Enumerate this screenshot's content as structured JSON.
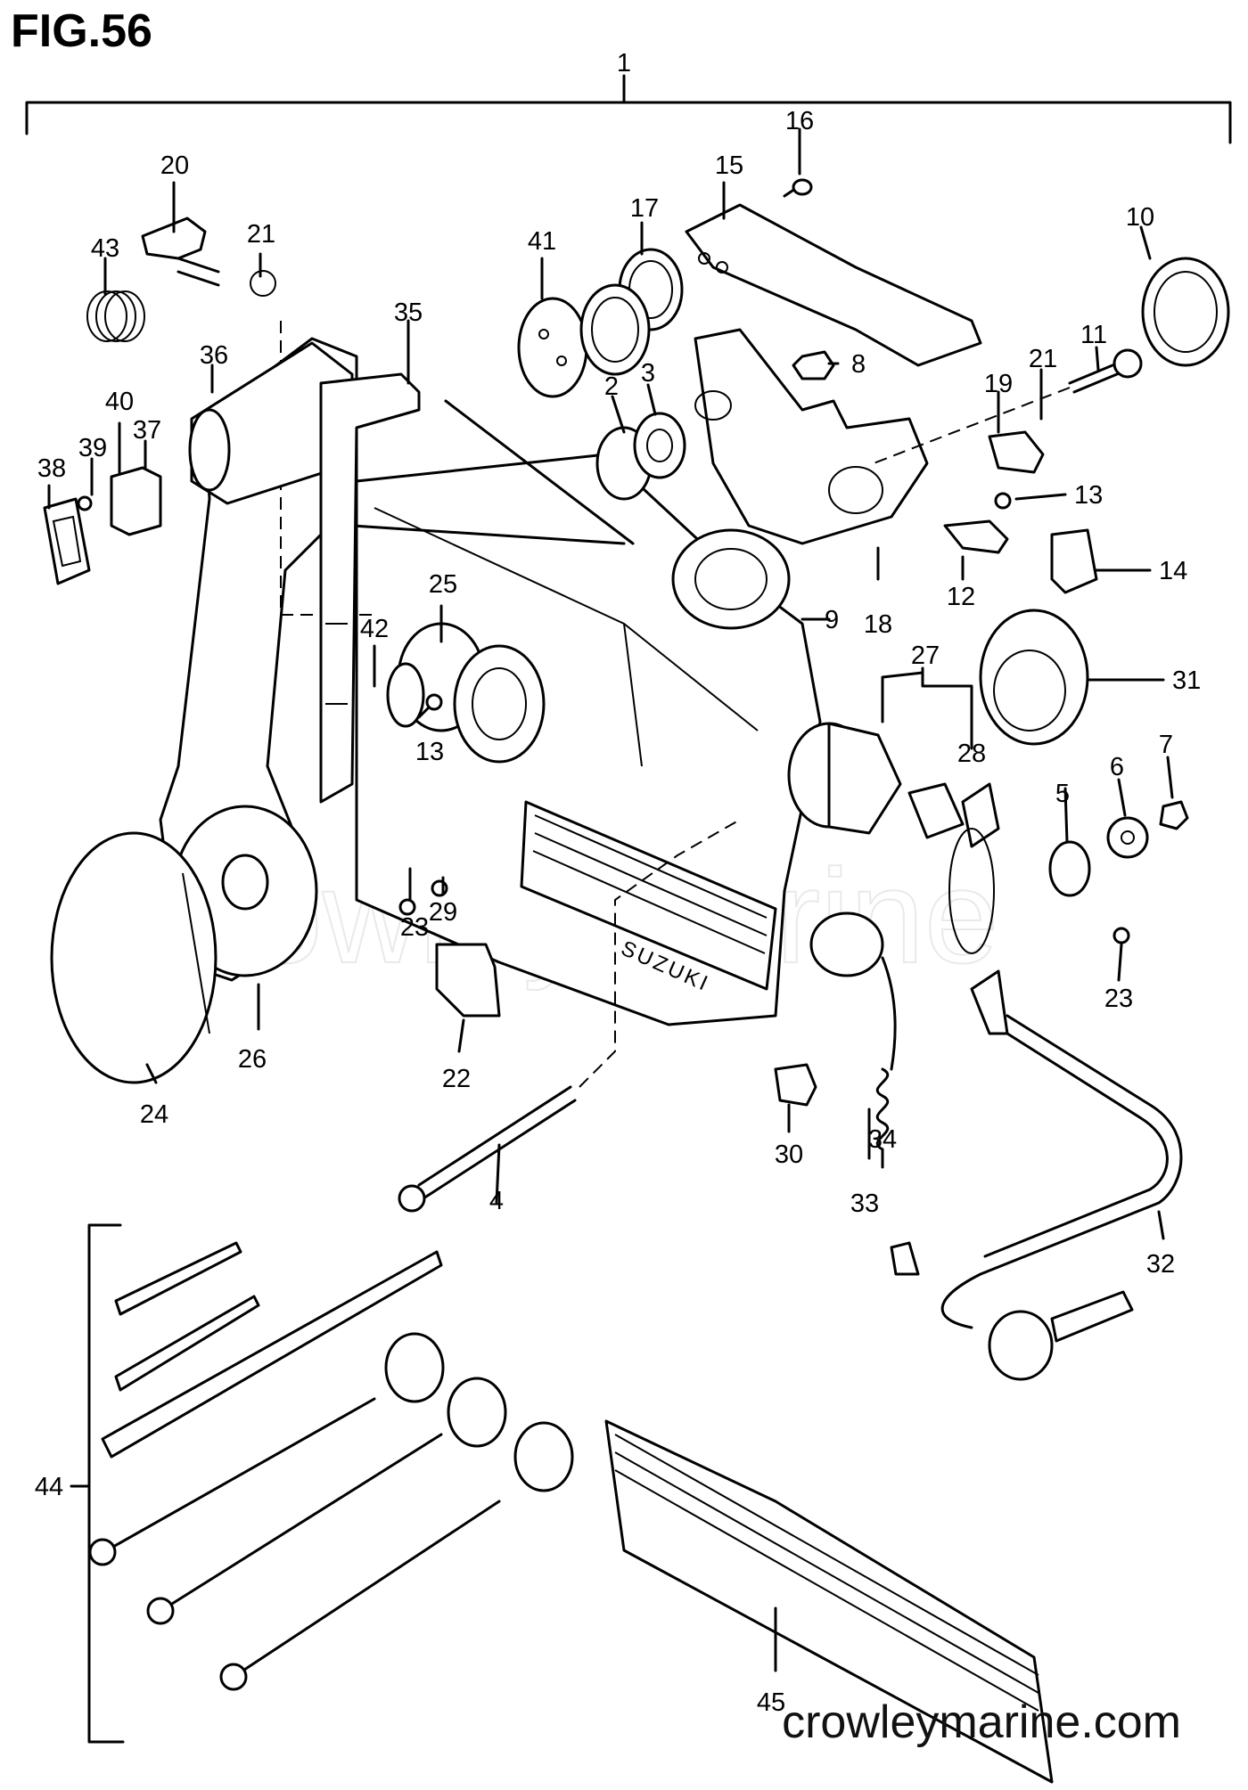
{
  "figure": {
    "title": "FIG.56",
    "watermark": "CrowleyMarine",
    "footer": "crowleymarine.com",
    "brand_label": "SUZUKI"
  },
  "callouts": {
    "c1": "1",
    "c2": "2",
    "c3": "3",
    "c4": "4",
    "c5": "5",
    "c6": "6",
    "c7": "7",
    "c8": "8",
    "c9": "9",
    "c10": "10",
    "c11": "11",
    "c12": "12",
    "c13a": "13",
    "c13b": "13",
    "c14": "14",
    "c15": "15",
    "c16": "16",
    "c17": "17",
    "c18": "18",
    "c19": "19",
    "c20": "20",
    "c21a": "21",
    "c21b": "21",
    "c22": "22",
    "c23a": "23",
    "c23b": "23",
    "c24": "24",
    "c25": "25",
    "c26": "26",
    "c27": "27",
    "c28": "28",
    "c29": "29",
    "c30": "30",
    "c31": "31",
    "c32": "32",
    "c33": "33",
    "c34": "34",
    "c35": "35",
    "c36": "36",
    "c37": "37",
    "c38": "38",
    "c39": "39",
    "c40": "40",
    "c41": "41",
    "c42": "42",
    "c43": "43",
    "c44": "44",
    "c45": "45"
  }
}
